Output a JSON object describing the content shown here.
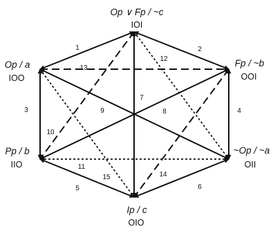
{
  "vertices": [
    {
      "id": "top",
      "label": "Op ∨ Fp / ~c",
      "code": "IOI"
    },
    {
      "id": "upper-left",
      "label": "Op / a",
      "code": "IOO"
    },
    {
      "id": "upper-right",
      "label": "Fp / ~b",
      "code": "OOI"
    },
    {
      "id": "lower-left",
      "label": "Pp / b",
      "code": "IIO"
    },
    {
      "id": "lower-right",
      "label": "~Op / ~a",
      "code": "OII"
    },
    {
      "id": "bottom",
      "label": "Ip / c",
      "code": "OIO"
    }
  ],
  "edges": [
    {
      "num": "1",
      "style": "solid"
    },
    {
      "num": "2",
      "style": "solid"
    },
    {
      "num": "3",
      "style": "solid"
    },
    {
      "num": "4",
      "style": "solid"
    },
    {
      "num": "5",
      "style": "solid"
    },
    {
      "num": "6",
      "style": "solid"
    },
    {
      "num": "7",
      "style": "solid"
    },
    {
      "num": "8",
      "style": "solid"
    },
    {
      "num": "9",
      "style": "solid"
    },
    {
      "num": "10",
      "style": "dashed"
    },
    {
      "num": "11",
      "style": "dotted"
    },
    {
      "num": "12",
      "style": "dotted"
    },
    {
      "num": "13",
      "style": "dashed"
    },
    {
      "num": "14",
      "style": "dashed"
    },
    {
      "num": "15",
      "style": "dotted"
    }
  ]
}
